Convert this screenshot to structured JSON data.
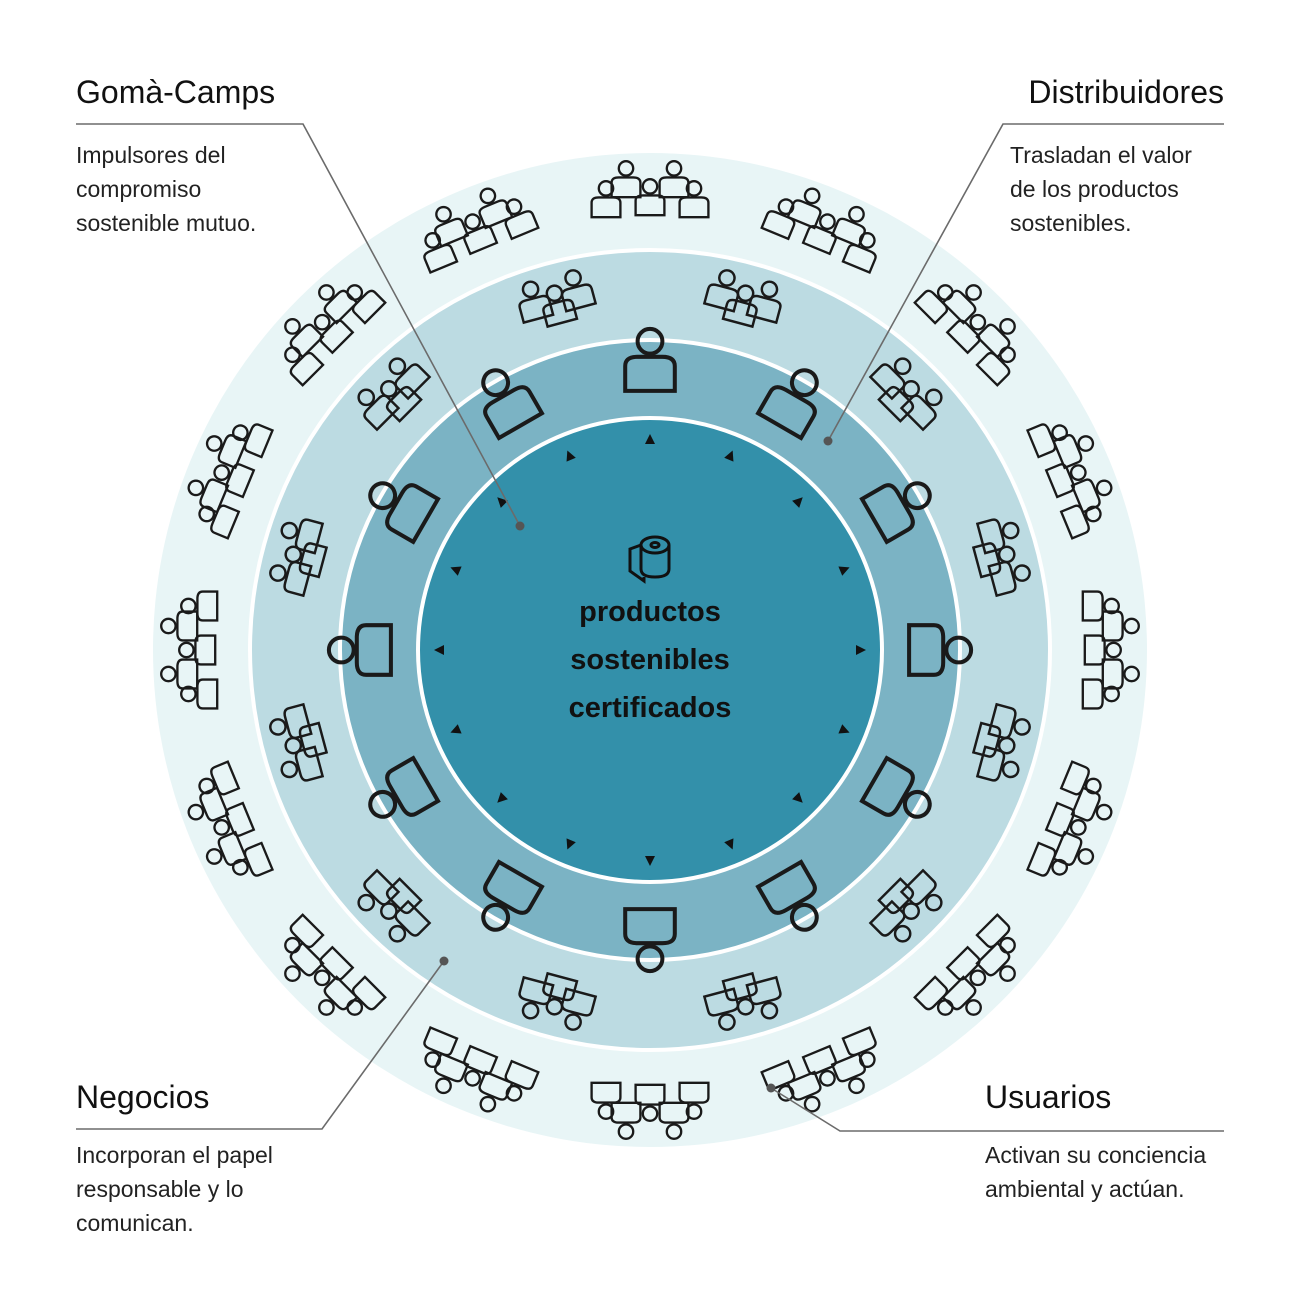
{
  "center": {
    "icon": "toilet-paper-roll-icon",
    "lines": [
      "productos",
      "sostenibles",
      "certificados"
    ]
  },
  "groups": {
    "goma_camps": {
      "title": "Gomà-Camps",
      "description": [
        "Impulsores del",
        "compromiso",
        "sostenible mutuo."
      ]
    },
    "distribuidores": {
      "title": "Distribuidores",
      "description": [
        "Trasladan el valor",
        "de los productos",
        "sostenibles."
      ]
    },
    "negocios": {
      "title": "Negocios",
      "description": [
        "Incorporan el papel",
        "responsable y lo",
        "comunican."
      ]
    },
    "usuarios": {
      "title": "Usuarios",
      "description": [
        "Activan su conciencia",
        "ambiental y actúan."
      ]
    }
  },
  "colors": {
    "ring_outer": "#e8f5f6",
    "ring_third": "#bcdbe2",
    "ring_second": "#7bb3c4",
    "core": "#3390aa",
    "separator": "#ffffff",
    "stroke": "#1a1a1a",
    "leader": "#6b6b6b"
  }
}
